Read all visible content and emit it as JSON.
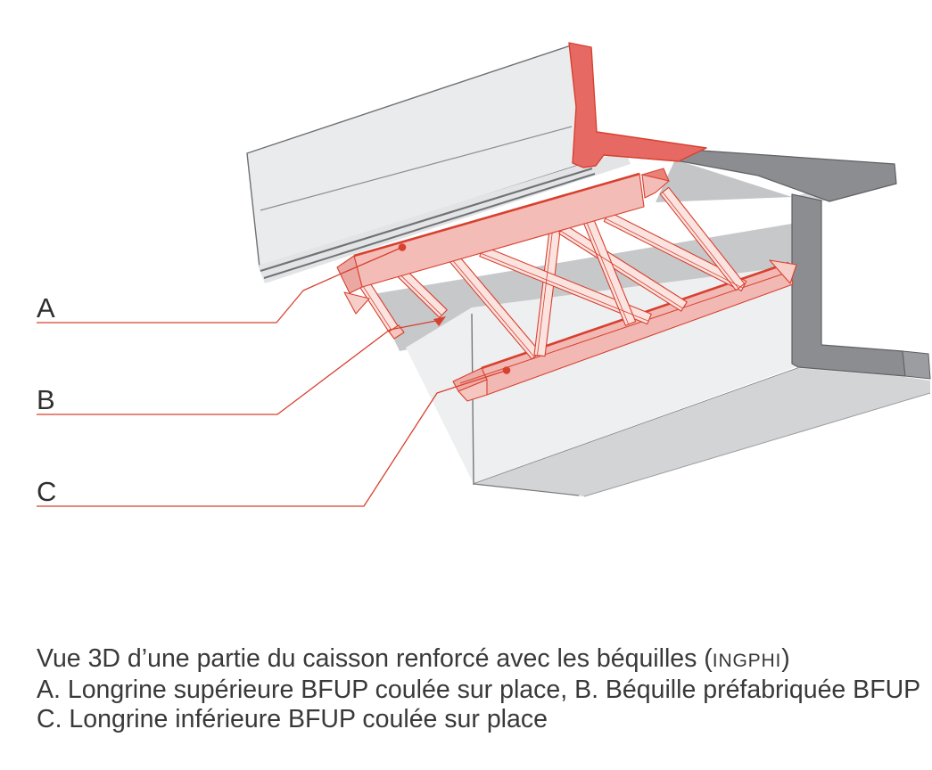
{
  "diagram": {
    "title_hint": "3D cutaway of reinforced box girder with UHPFRC struts",
    "labels": {
      "a": "A",
      "b": "B",
      "c": "C"
    },
    "legend": [
      {
        "key": "A",
        "part": "Longrine supérieure BFUP coulée sur place"
      },
      {
        "key": "B",
        "part": "Béquille préfabriquée BFUP"
      },
      {
        "key": "C",
        "part": "Longrine inférieure BFUP coulée sur place"
      }
    ],
    "colors": {
      "accent_red": "#d8402f",
      "cut_red": "#e66a63",
      "longrine_pink": "#f4bcb7",
      "strut_pale_pink": "#fbe3e0",
      "concrete_light": "#e9ebed",
      "concrete_mid": "#c6c8ca",
      "concrete_dark": "#8b8d90"
    }
  },
  "caption": {
    "line1_prefix": "Vue 3D d’une partie du caisson renforcé avec les béquilles (",
    "line1_brand": "INGPHI",
    "line1_suffix": ")",
    "line2": "A. Longrine supérieure BFUP coulée sur place, B. Béquille préfabriquée BFUP",
    "line3": "C. Longrine inférieure BFUP coulée sur place"
  }
}
